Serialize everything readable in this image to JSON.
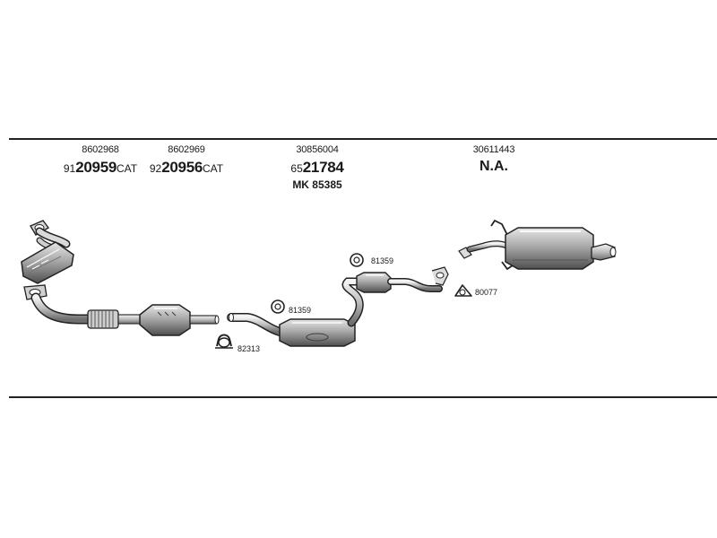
{
  "parts": [
    {
      "ref": "8602968",
      "prefix": "91",
      "main": "20959",
      "suffix": "CAT"
    },
    {
      "ref": "8602969",
      "prefix": "92",
      "main": "20956",
      "suffix": "CAT"
    },
    {
      "ref": "30856004",
      "prefix": "65",
      "main": "21784",
      "suffix": "",
      "extra": "MK 85385"
    },
    {
      "ref": "30611443",
      "na": "N.A."
    }
  ],
  "callouts": {
    "clamp_front": "82313",
    "gasket_center": "81359",
    "gasket_upper": "81359",
    "hanger_rear": "80077"
  }
}
